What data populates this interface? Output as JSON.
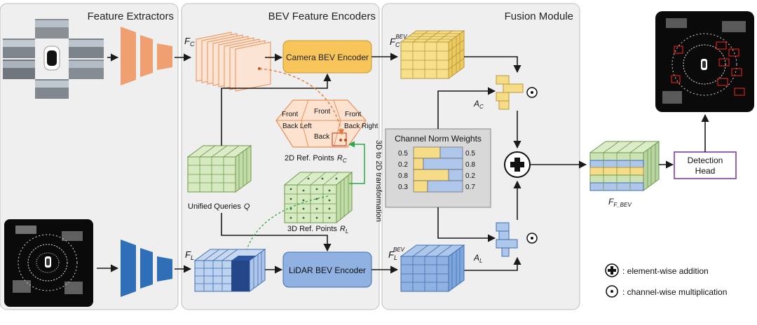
{
  "panels": {
    "feature_extractors": "Feature Extractors",
    "bev_encoders": "BEV Feature Encoders",
    "fusion": "Fusion Module"
  },
  "features": {
    "camera_prefix": "F",
    "camera_sub": "C",
    "lidar_prefix": "F",
    "lidar_sub": "L"
  },
  "encoders": {
    "camera": "Camera BEV Encoder",
    "lidar": "LiDAR BEV Encoder"
  },
  "bev": {
    "camera_prefix": "F",
    "camera_sub": "C",
    "camera_sup": "BEV",
    "lidar_prefix": "F",
    "lidar_sub": "L",
    "lidar_sup": "BEV",
    "fused_prefix": "F",
    "fused_sub": "F_BEV"
  },
  "queries": {
    "label": "Unified Queries",
    "symbol": "Q",
    "ref3d": "3D Ref. Points",
    "ref3d_sym": "R",
    "ref3d_sub": "L",
    "ref2d": "2D Ref. Points",
    "ref2d_sym": "R",
    "ref2d_sub": "C",
    "transform": "3D to 2D transformation"
  },
  "views": {
    "front": "Front",
    "front_left": "Front",
    "front_right": "Front",
    "back_left": "Back Left",
    "back": "Back",
    "back_right": "Back Right"
  },
  "weights": {
    "title": "Channel Norm Weights",
    "left": [
      "0.5",
      "0.2",
      "0.8",
      "0.3"
    ],
    "right": [
      "0.5",
      "0.8",
      "0.2",
      "0.7"
    ],
    "a_c_sym": "A",
    "a_c_sub": "C",
    "a_l_sym": "A",
    "a_l_sub": "L"
  },
  "head": {
    "label_line1": "Detection",
    "label_line2": "Head"
  },
  "legend": {
    "add": ": element-wise addition",
    "mult": ": channel-wise multiplication"
  },
  "colors": {
    "panel": "#efefef",
    "camera_orange": "#f0a070",
    "camera_light": "#fbe4d3",
    "lidar_blue": "#3f7fcf",
    "lidar_light": "#aec6ea",
    "yellow": "#f5d36a",
    "green": "#cde3b4",
    "purple": "#7b3f9e"
  }
}
